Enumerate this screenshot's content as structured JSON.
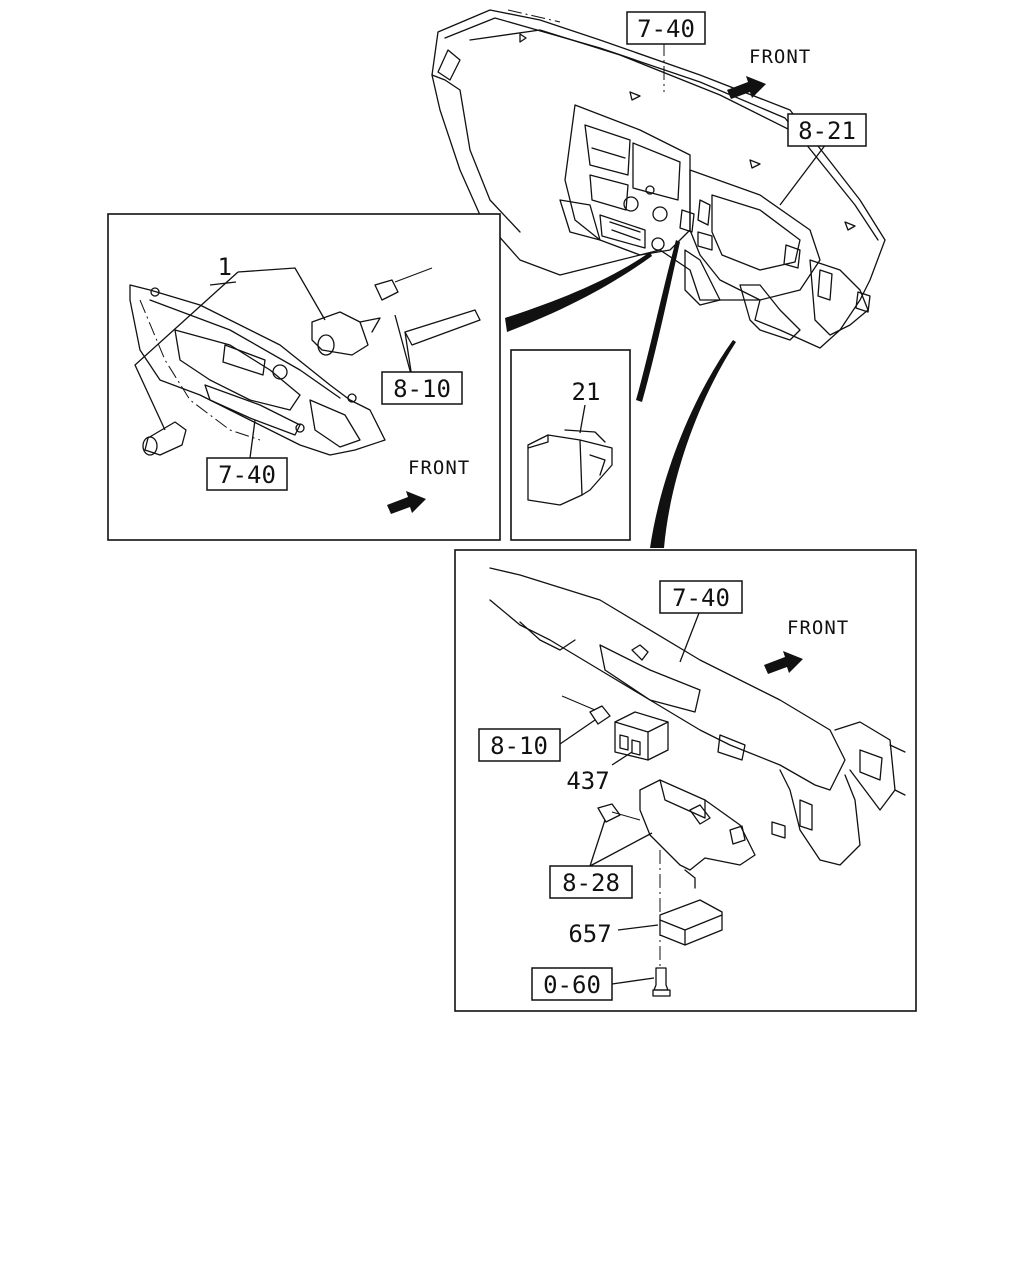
{
  "refs": {
    "top_dash": "7-40",
    "top_cluster": "8-21",
    "left_harness": "8-10",
    "left_panel": "7-40",
    "br_panel": "7-40",
    "br_harness": "8-10",
    "br_bracket": "8-28",
    "br_bolt": "0-60"
  },
  "parts": {
    "p1": "1",
    "p21": "21",
    "p437": "437",
    "p657": "657"
  },
  "labels": {
    "front_top": "FRONT",
    "front_left": "FRONT",
    "front_br": "FRONT"
  }
}
